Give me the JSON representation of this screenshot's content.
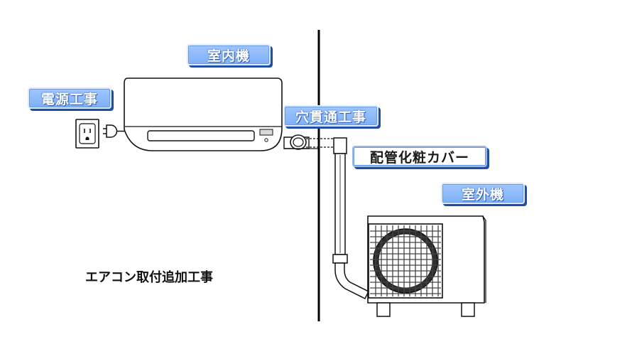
{
  "labels": {
    "indoor_unit": "室内機",
    "power_work": "電源工事",
    "hole_work": "穴貫通工事",
    "pipe_cover": "配管化粧カバー",
    "outdoor_unit": "室外機"
  },
  "caption": "エアコン取付追加工事",
  "colors": {
    "label_fill": "#8cbcff",
    "label_shadow": "#1f4fa3",
    "line": "#111111",
    "wall": "#000000"
  }
}
